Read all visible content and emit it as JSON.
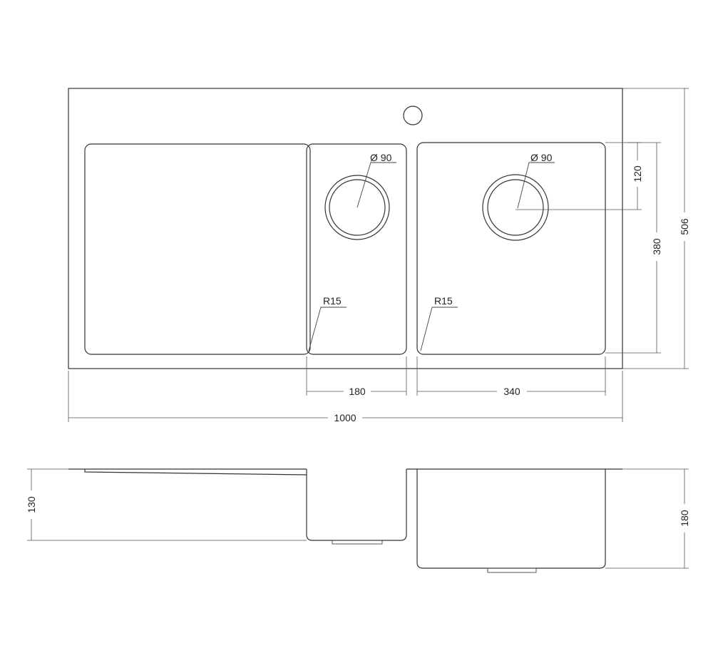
{
  "top_view": {
    "bowl_small_width": "180",
    "bowl_large_width": "340",
    "overall_width": "1000",
    "overall_depth": "506",
    "bowl_depth": "380",
    "drain_offset": "120",
    "drain_small_diameter": "Ø 90",
    "drain_large_diameter": "Ø 90",
    "corner_radius_small": "R15",
    "corner_radius_large": "R15"
  },
  "side_view": {
    "small_bowl_depth": "130",
    "large_bowl_depth": "180"
  },
  "colors": {
    "line": "#333333",
    "background": "#ffffff"
  }
}
